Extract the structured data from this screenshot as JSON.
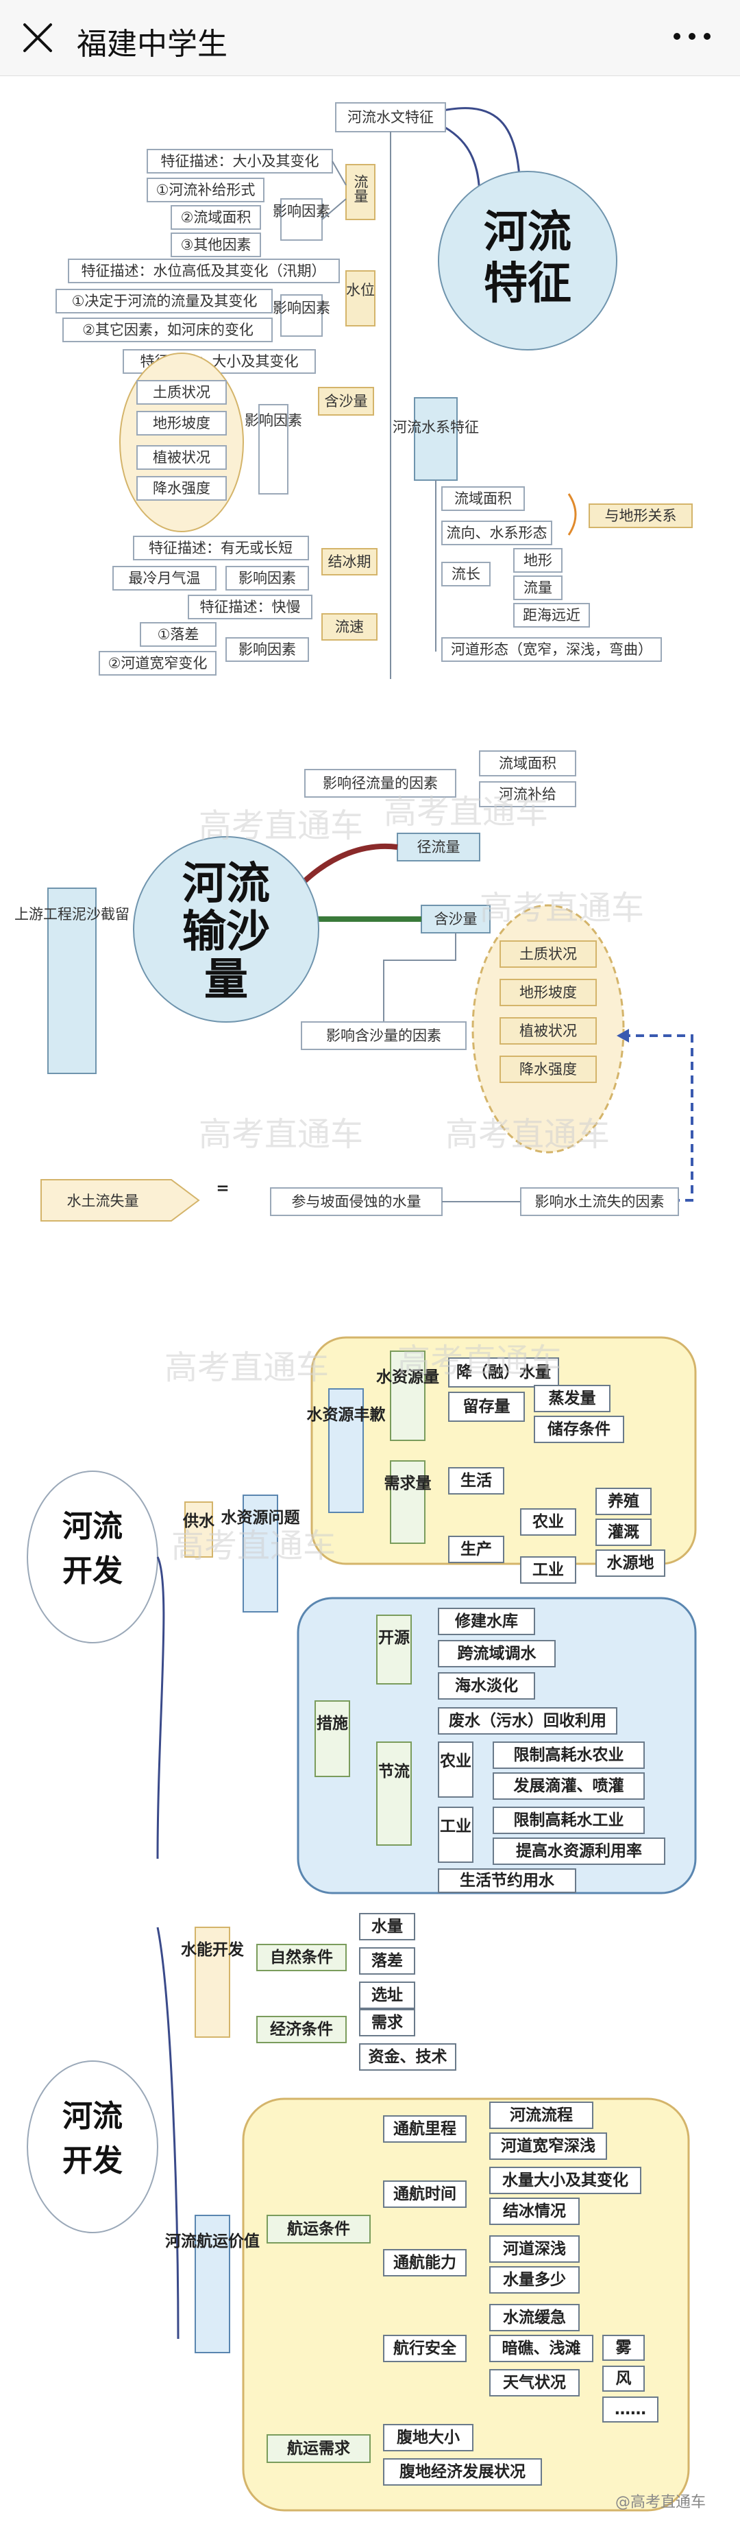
{
  "header": {
    "title": "福建中学生"
  },
  "s1": {
    "hub": [
      "河流",
      "特征"
    ],
    "top_label": "河流水文特征",
    "branches": {
      "flow": {
        "label": "流量",
        "items": [
          "特征描述：大小及其变化",
          "①河流补给形式",
          "②流域面积",
          "③其他因素"
        ],
        "factor": "影响因素"
      },
      "level": {
        "label": "水位",
        "items": [
          "特征描述：水位高低及其变化（汛期）",
          "①决定于河流的流量及其变化",
          "②其它因素，如河床的变化"
        ],
        "factor": "影响因素"
      },
      "sediment": {
        "label": "含沙量",
        "items": [
          "特征描述：大小及其变化",
          "土质状况",
          "地形坡度",
          "植被状况",
          "降水强度"
        ],
        "factor": "影响因素"
      },
      "ice": {
        "label": "结冰期",
        "items": [
          "特征描述：有无或长短",
          "最冷月气温"
        ],
        "factor": "影响因素"
      },
      "speed": {
        "label": "流速",
        "items": [
          "特征描述：快慢",
          "①落差",
          "②河道宽窄变化"
        ],
        "factor": "影响因素"
      }
    },
    "system": {
      "label": "河流水系特征",
      "items": [
        "流域面积",
        "流向、水系形态",
        "流长",
        "地形",
        "流量",
        "距海远近",
        "河道形态（宽窄，深浅，弯曲）"
      ],
      "relation": "与地形关系"
    }
  },
  "s2": {
    "hub": [
      "河流",
      "输沙",
      "量"
    ],
    "left_label": "上游工程泥沙截留",
    "runoff_factor": "影响径流量的因素",
    "runoff_items": [
      "流域面积",
      "河流补给"
    ],
    "runoff": "径流量",
    "sediment": "含沙量",
    "sed_factor": "影响含沙量的因素",
    "sed_items": [
      "土质状况",
      "地形坡度",
      "植被状况",
      "降水强度"
    ],
    "loss": "水土流失量",
    "equals": "=",
    "erosion": "参与坡面侵蚀的水量",
    "loss_factor": "影响水土流失的因素"
  },
  "s3": {
    "root": [
      "河流",
      "开发"
    ],
    "supply": "供水",
    "problem": "水资源问题",
    "shortage": "水资源丰歉",
    "source": "水资源量",
    "source_items": [
      "降（融）水量",
      "留存量",
      "蒸发量",
      "储存条件"
    ],
    "demand": "需求量",
    "demand_items": [
      "生活",
      "生产",
      "农业",
      "工业",
      "养殖",
      "灌溉",
      "水源地"
    ],
    "measures": "措施",
    "open": "开源",
    "open_items": [
      "修建水库",
      "跨流域调水",
      "海水淡化"
    ],
    "save": "节流",
    "save_items": [
      "废水（污水）回收利用",
      "农业",
      "限制高耗水农业",
      "发展滴灌、喷灌",
      "工业",
      "限制高耗水工业",
      "提高水资源利用率",
      "生活节约用水"
    ]
  },
  "s4": {
    "root": [
      "河流",
      "开发"
    ],
    "hydro": "水能开发",
    "natural": "自然条件",
    "natural_items": [
      "水量",
      "落差",
      "选址"
    ],
    "economic": "经济条件",
    "economic_items": [
      "需求",
      "资金、技术"
    ],
    "nav": "河流航运价值",
    "cond": "航运条件",
    "mileage": "通航里程",
    "mileage_items": [
      "河流流程",
      "河道宽窄深浅"
    ],
    "time": "通航时间",
    "time_items": [
      "水量大小及其变化",
      "结冰情况"
    ],
    "capacity": "通航能力",
    "capacity_items": [
      "河道深浅",
      "水量多少"
    ],
    "safety": "航行安全",
    "safety_items": [
      "水流缓急",
      "暗礁、浅滩",
      "天气状况",
      "雾",
      "风",
      "……"
    ],
    "need": "航运需求",
    "need_items": [
      "腹地大小",
      "腹地经济发展状况"
    ]
  },
  "watermark": "高考直通车",
  "footer_mark": "@高考直通车"
}
